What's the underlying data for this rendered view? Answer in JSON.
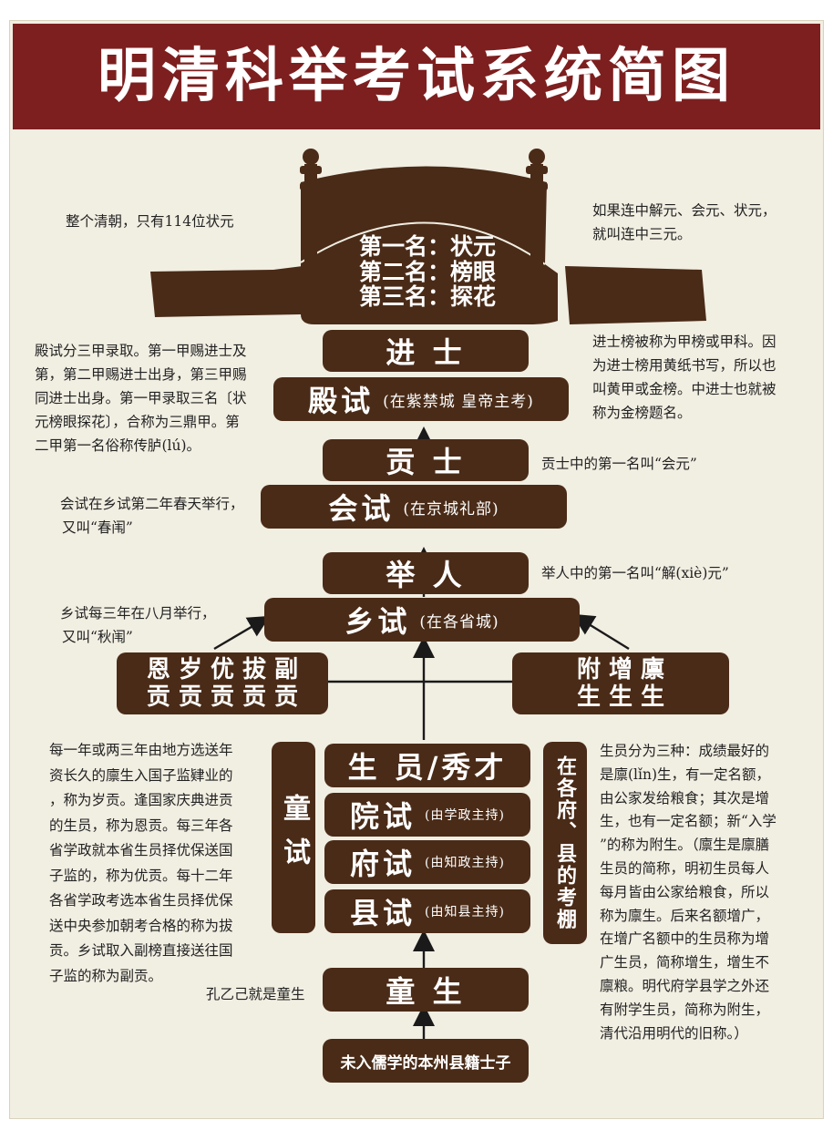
{
  "title": "明清科举考试系统简图",
  "colors": {
    "title_band": "#7d1f1f",
    "box": "#4a2b17",
    "background": "#f1eee2",
    "text": "#222222"
  },
  "palace": {
    "line1": "第一名：状元",
    "line2": "第二名：榜眼",
    "line3": "第三名：探花"
  },
  "stages": {
    "jinshi": "进 士",
    "dianshi": {
      "label": "殿试",
      "note": "(在紫禁城 皇帝主考)"
    },
    "gongshi": "贡 士",
    "huishi": {
      "label": "会试",
      "note": "(在京城礼部)"
    },
    "juren": "举 人",
    "xiangshi": {
      "label": "乡试",
      "note": "(在各省城)"
    },
    "gongs": {
      "line1": "恩 岁 优 拔 副",
      "line2": "贡 贡 贡 贡 贡"
    },
    "shengs": {
      "line1": "附 增 廪",
      "line2": "生 生 生"
    },
    "tongshi": "童试",
    "shengyuan": "生 员/秀才",
    "yuanshi": {
      "label": "院试",
      "note": "(由学政主持)"
    },
    "fushi": {
      "label": "府试",
      "note": "(由知政主持)"
    },
    "xianshi": {
      "label": "县试",
      "note": "(由知县主持)"
    },
    "exam_shed": "在各府、县的考棚",
    "tongsheng": "童 生",
    "origin": "未入儒学的本州县籍士子"
  },
  "notes": {
    "qing_zhuangyuan": "整个清朝，只有114位状元",
    "sanyuan": [
      "如果连中解元、会元、状元，",
      "就叫连中三元。"
    ],
    "dianshi": [
      "殿试分三甲录取。第一甲赐进士及",
      "第，第二甲赐进士出身，第三甲赐",
      "同进士出身。第一甲录取三名〔状",
      "元榜眼探花〕，合称为三鼎甲。第",
      "二甲第一名俗称传胪(lú)。"
    ],
    "jiabang": [
      "进士榜被称为甲榜或甲科。因",
      "为进士榜用黄纸书写，所以也",
      "叫黄甲或金榜。中进士也就被",
      "称为金榜题名。"
    ],
    "huiyuan": "贡士中的第一名叫“会元”",
    "huishi": [
      "会试在乡试第二年春天举行，",
      "又叫“春闱”"
    ],
    "jieyuan": "举人中的第一名叫“解(xiè)元”",
    "xiangshi": [
      "乡试每三年在八月举行，",
      "又叫“秋闱”"
    ],
    "gongsheng": [
      "每一年或两三年由地方选送年",
      "资长久的廪生入国子监肄业的",
      "，称为岁贡。逢国家庆典进贡",
      "的生员，称为恩贡。每三年各",
      "省学政就本省生员择优保送国",
      "子监的，称为优贡。每十二年",
      "各省学政考选本省生员择优保",
      "送中央参加朝考合格的称为拔",
      "贡。乡试取入副榜直接送往国",
      "子监的称为副贡。"
    ],
    "shengyuan": [
      "生员分为三种：成绩最好的",
      "是廪(lǐn)生，有一定名额，",
      "由公家发给粮食；其次是增",
      "生，也有一定名额；新“入学",
      "”的称为附生。（廪生是廪膳",
      "生员的简称，明初生员每人",
      "每月皆由公家给粮食，所以",
      "称为廪生。后来名额增广，",
      "在增广名额中的生员称为增",
      "广生员，简称增生，增生不",
      "廪粮。明代府学县学之外还",
      "有附学生员，简称为附生，",
      "清代沿用明代的旧称。）"
    ],
    "kongyiji": "孔乙己就是童生"
  }
}
